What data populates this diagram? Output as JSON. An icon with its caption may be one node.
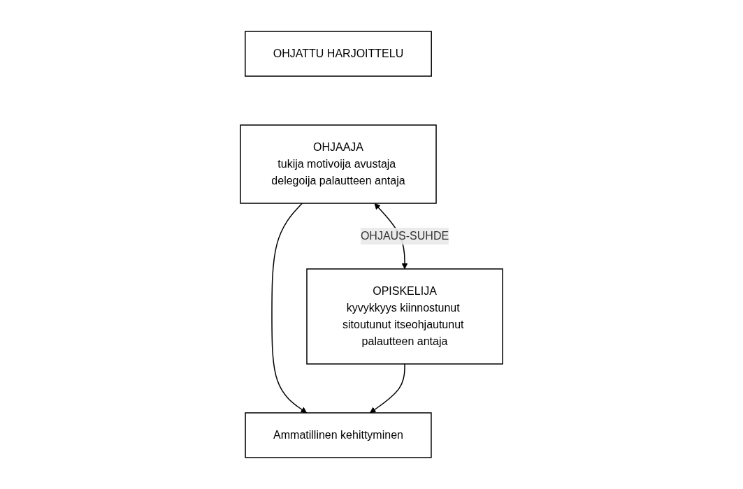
{
  "diagram": {
    "nodes": [
      {
        "text": [
          "OHJATTU HARJOITTELU"
        ]
      },
      {
        "text": [
          "OHJAAJA",
          "tukija motivoija avustaja delegoija palautteen antaja"
        ]
      },
      {
        "text": [
          "OPISKELIJA",
          "kyvykkyys kiinnostunut sitoutunut itseohjautunut palautteen antaja"
        ]
      },
      {
        "text": [
          "Ammatillinen kehittyminen"
        ]
      }
    ],
    "edges": [
      {
        "from": 1,
        "to": 2,
        "arrow": "both",
        "label": "OHJAUS-SUHDE"
      },
      {
        "from": 1,
        "to": 3,
        "arrow": "to"
      },
      {
        "from": 2,
        "to": 3,
        "arrow": "to"
      }
    ]
  }
}
